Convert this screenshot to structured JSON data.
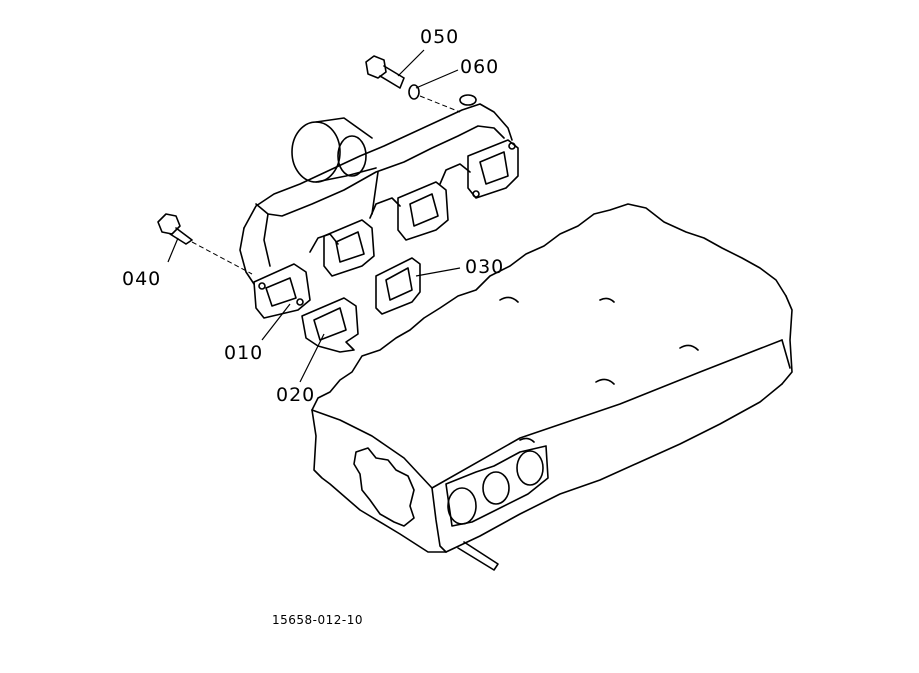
{
  "callouts": {
    "p010": "010",
    "p020": "020",
    "p030": "030",
    "p040": "040",
    "p050": "050",
    "p060": "060"
  },
  "figure_number": "15658-012-10",
  "colors": {
    "ink": "#000000",
    "paper": "#ffffff"
  }
}
